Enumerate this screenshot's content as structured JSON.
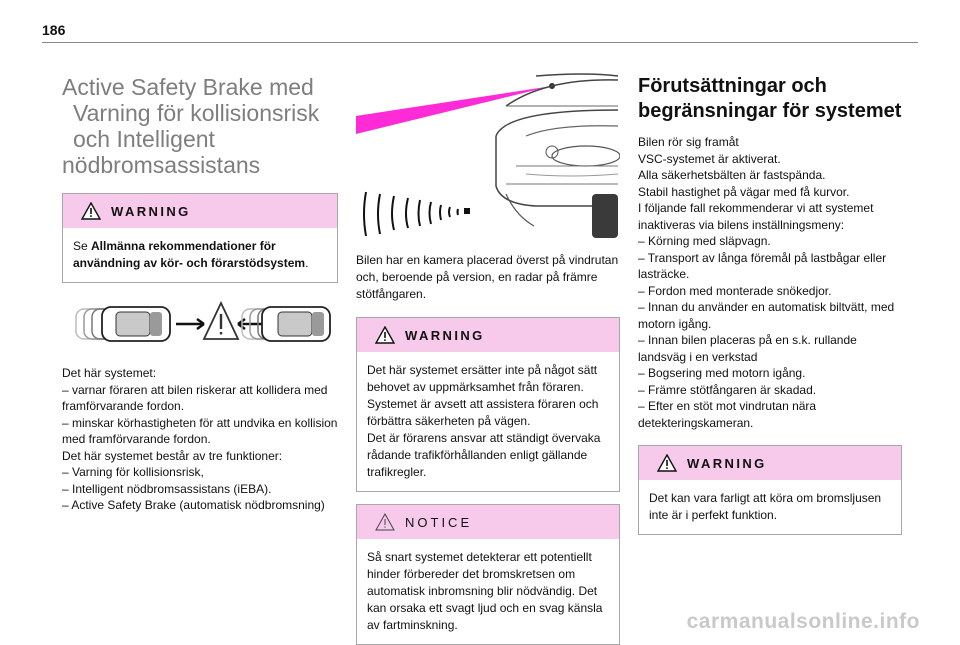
{
  "page_number": "186",
  "left": {
    "title_lines": [
      "Active Safety Brake med",
      "Varning för kollisionsrisk",
      "och Intelligent",
      "nödbromsassistans"
    ],
    "warning_label": "WARNING",
    "warning_pre": "Se ",
    "warning_bold": "Allmänna rekommendationer för användning av kör- och förarstödsystem",
    "warning_post": ".",
    "body_lines": [
      "Det här systemet:",
      "–  varnar föraren att bilen riskerar att kollidera med framförvarande fordon.",
      "–  minskar körhastigheten för att undvika en kollision med framförvarande fordon.",
      "Det här systemet består av tre funktioner:",
      "–  Varning för kollisionsrisk,",
      "–  Intelligent nödbromsassistans (iEBA).",
      "–  Active Safety Brake (automatisk nödbromsning)"
    ]
  },
  "middle": {
    "caption": "Bilen har en kamera placerad överst på vindrutan och, beroende på version, en radar på främre stötfångaren.",
    "warning_label": "WARNING",
    "warning_lines": [
      "Det här systemet ersätter inte på något sätt behovet av uppmärksamhet från föraren.",
      "Systemet är avsett att assistera föraren och förbättra säkerheten på vägen.",
      "Det är förarens ansvar att ständigt övervaka rådande trafikförhållanden enligt gällande trafikregler."
    ],
    "notice_label": "NOTICE",
    "notice_text": "Så snart systemet detekterar ett potentiellt hinder förbereder det bromskretsen om automatisk inbromsning blir nödvändig. Det kan orsaka ett svagt ljud och en svag känsla av fartminskning."
  },
  "right": {
    "title_lines": [
      "Förutsättningar och",
      "begränsningar för systemet"
    ],
    "body_lines": [
      "Bilen rör sig framåt",
      "VSC-systemet är aktiverat.",
      "Alla säkerhetsbälten är fastspända.",
      "Stabil hastighet på vägar med få kurvor.",
      "I följande fall rekommenderar vi att systemet inaktiveras via bilens inställningsmeny:",
      "–  Körning med släpvagn.",
      "–  Transport av långa föremål på lastbågar eller lasträcke.",
      "–  Fordon med monterade snökedjor.",
      "–  Innan du använder en automatisk biltvätt, med motorn igång.",
      "–  Innan bilen placeras på en s.k. rullande landsväg i en verkstad",
      "–  Bogsering med motorn igång.",
      "–  Främre stötfångaren är skadad.",
      "–  Efter en stöt mot vindrutan nära detekteringskameran."
    ],
    "warning_label": "WARNING",
    "warning_text": "Det kan vara farligt att köra om bromsljusen inte är i perfekt funktion."
  },
  "footer": "carmanualsonline.info",
  "colors": {
    "box_header": "#f7caeb",
    "title_gray": "#7e7e7e",
    "camera_beam": "#ff2bd6"
  }
}
